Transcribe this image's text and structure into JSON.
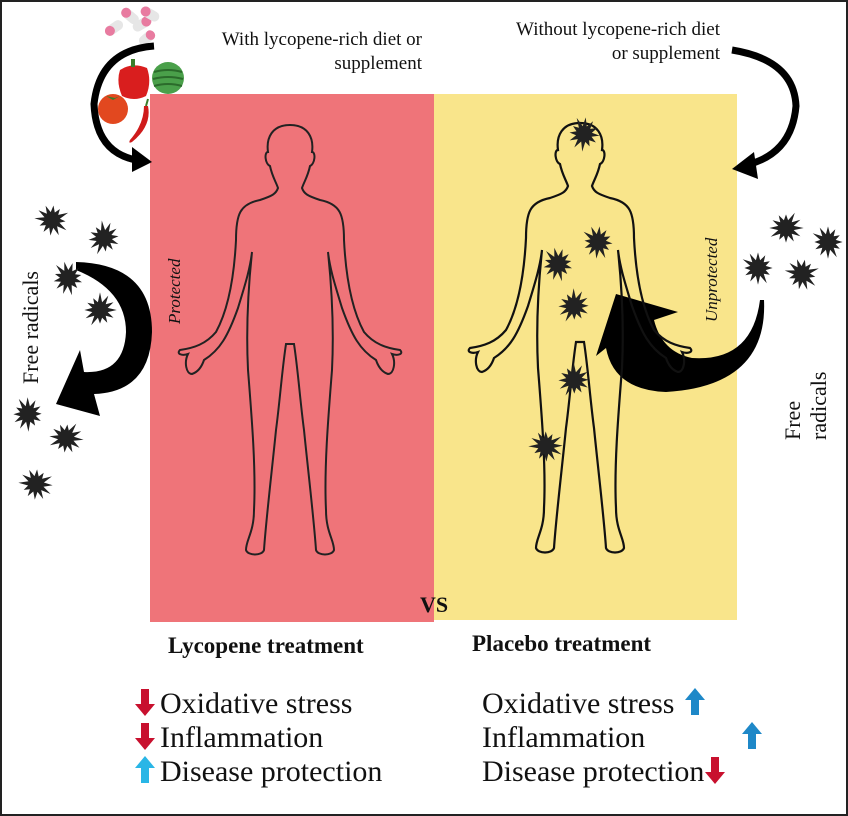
{
  "top_captions": {
    "with": [
      "With lycopene-rich diet or",
      "supplement"
    ],
    "without": [
      "Without lycopene-rich diet",
      "or supplement"
    ]
  },
  "labels": {
    "free_radicals_left": "Free radicals",
    "free_radicals_right": "Free radicals",
    "protected": "Protected",
    "unprotected": "Unprotected",
    "vs": "VS"
  },
  "left_group": {
    "heading": "Lycopene treatment",
    "effects": [
      {
        "text": "Oxidative stress",
        "direction": "down",
        "arrow_color": "#c8102e"
      },
      {
        "text": "Inflammation",
        "direction": "down",
        "arrow_color": "#c8102e"
      },
      {
        "text": "Disease protection",
        "direction": "up",
        "arrow_color": "#29b6e6"
      }
    ]
  },
  "right_group": {
    "heading": "Placebo treatment",
    "effects": [
      {
        "text": "Oxidative stress",
        "direction": "up",
        "arrow_color": "#1e88c8"
      },
      {
        "text": "Inflammation",
        "direction": "up",
        "arrow_color": "#1e88c8"
      },
      {
        "text": "Disease protection",
        "direction": "down",
        "arrow_color": "#c8102e"
      }
    ]
  },
  "colors": {
    "protected_panel": "#ef7479",
    "unprotected_panel": "#f9e58b",
    "radical": "#222222"
  },
  "icons": {
    "food_sources": [
      "pill-capsules-icon",
      "bell-pepper-icon",
      "watermelon-icon",
      "tomato-icon",
      "chili-pepper-icon"
    ]
  }
}
